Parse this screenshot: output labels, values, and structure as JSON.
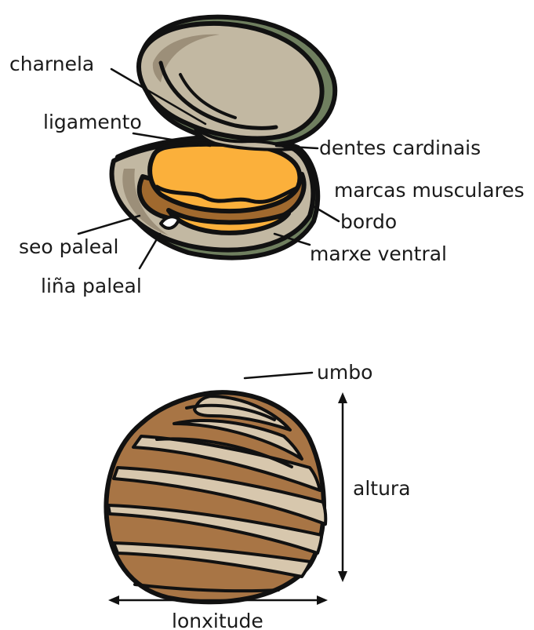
{
  "diagram": {
    "labels": {
      "hinge": "charnela",
      "ligament": "ligamento",
      "cardinal_teeth": "dentes cardinais",
      "muscle_scars": "marcas musculares",
      "edge": "bordo",
      "pallial_sinus": "seo paleal",
      "ventral_margin": "marxe ventral",
      "pallial_line": "liña paleal",
      "umbo": "umbo",
      "height": "altura",
      "length": "lonxitude"
    },
    "colors": {
      "shell_inner": "#c2b8a2",
      "shell_inner_shadow": "#9c8f79",
      "shell_edge_green": "#6f7f5f",
      "body_orange": "#fbb03b",
      "mantle_brown": "#a0692e",
      "outer_shell_brown": "#a87545",
      "outer_shell_light": "#d7c7ad",
      "outline": "#111111"
    }
  }
}
